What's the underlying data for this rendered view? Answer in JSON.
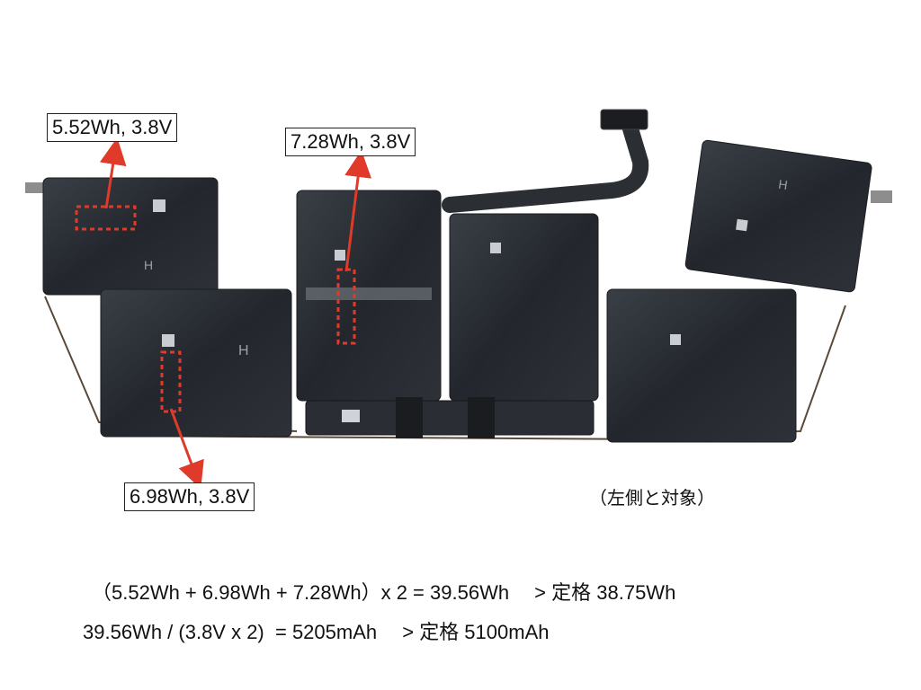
{
  "annotations": {
    "cell_left_top": "5.52Wh, 3.8V",
    "cell_center": "7.28Wh, 3.8V",
    "cell_left_bottom": "6.98Wh, 3.8V",
    "note": "（左側と対象）"
  },
  "formulas": {
    "line1": "（5.52Wh + 6.98Wh + 7.28Wh）x 2 = 39.56Wh　 > 定格 38.75Wh",
    "line2": "39.56Wh / (3.8V x 2)  = 5205mAh　 > 定格 5100mAh"
  },
  "colors": {
    "arrow": "#e03a2a",
    "highlight_box": "#e03a2a",
    "battery_cell": "#262a30",
    "frame": "#5b4a3a"
  }
}
